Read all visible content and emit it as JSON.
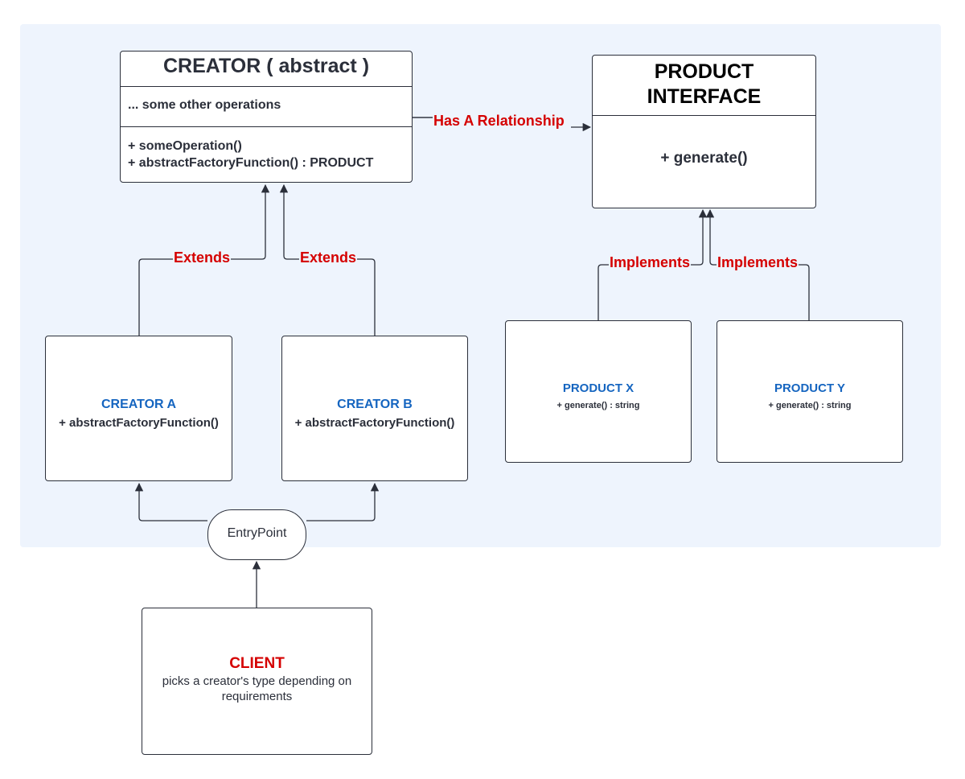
{
  "creator_abstract": {
    "title": "CREATOR ( abstract )",
    "attributes": "... some other operations",
    "methods": [
      "+ someOperation()",
      "+ abstractFactoryFunction() : PRODUCT"
    ]
  },
  "product_interface": {
    "title_line1": "PRODUCT",
    "title_line2": "INTERFACE",
    "method": "+ generate()"
  },
  "creator_a": {
    "title": "CREATOR A",
    "method": "+ abstractFactoryFunction()"
  },
  "creator_b": {
    "title": "CREATOR B",
    "method": "+ abstractFactoryFunction()"
  },
  "product_x": {
    "title": "PRODUCT X",
    "method": "+ generate() : string"
  },
  "product_y": {
    "title": "PRODUCT Y",
    "method": "+ generate() : string"
  },
  "entry_point": {
    "label": "EntryPoint"
  },
  "client": {
    "title": "CLIENT",
    "description_line1": "picks a creator's type depending on",
    "description_line2": "requirements"
  },
  "edges": {
    "has_a": "Has A Relationship",
    "extends_a": "Extends",
    "extends_b": "Extends",
    "implements_x": "Implements",
    "implements_y": "Implements"
  },
  "colors": {
    "background_region": "#eef4fd",
    "relationship_label": "#d50000",
    "concrete_title": "#1565c0",
    "stroke": "#2b2f3a"
  }
}
